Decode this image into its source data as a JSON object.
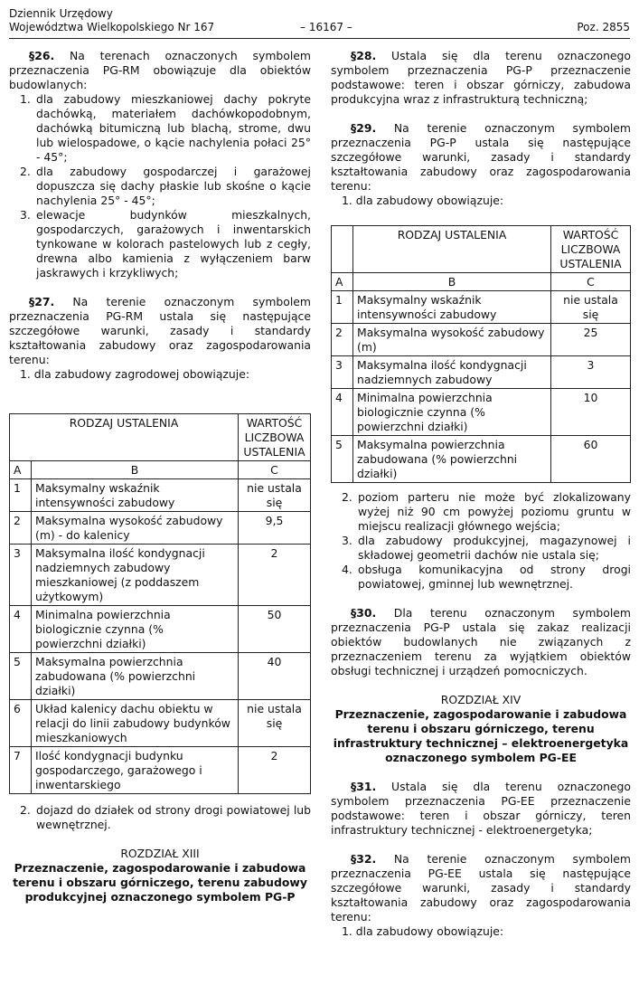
{
  "header": {
    "line1": "Dziennik Urzędowy",
    "line2": "Województwa Wielkopolskiego Nr 167",
    "page": "– 16167 –",
    "poz": "Poz. 2855"
  },
  "left": {
    "p26_num": "§26.",
    "p26_text": " Na terenach oznaczonych symbolem przeznaczenia PG-RM obowiązuje dla obiektów budowlanych:",
    "p26_items": [
      {
        "n": "1.",
        "t": "dla zabudowy mieszkaniowej dachy pokryte dachówką, materiałem dachówkopodobnym, dachówką bitumiczną lub blachą, strome, dwu lub wielospadowe, o kącie nachylenia połaci 25° - 45°;"
      },
      {
        "n": "2.",
        "t": "dla zabudowy gospodarczej i garażowej dopuszcza się dachy płaskie lub skośne o kącie nachylenia 25° - 45°;"
      },
      {
        "n": "3.",
        "t": "elewacje budynków mieszkalnych, gospodarczych, garażowych i inwentarskich tynkowane w kolorach pastelowych lub z cegły, drewna albo kamienia z wyłączeniem barw jaskrawych i krzykliwych;"
      }
    ],
    "p27_num": "§27.",
    "p27_text": " Na terenie oznaczonym symbolem przeznaczenia PG-RM ustala się następujące szczegółowe warunki, zasady i standardy kształtowania zabudowy oraz zagospodarowania terenu:",
    "p27_item1": "1. dla zabudowy zagrodowej obowiązuje:",
    "table": {
      "h1": "RODZAJ USTALENIA",
      "h2": "WARTOŚĆ LICZBOWA USTALENIA",
      "ca": "A",
      "cb": "B",
      "cc": "C",
      "rows": [
        {
          "n": "1",
          "d": "Maksymalny wskaźnik intensywności zabudowy",
          "v": "nie ustala się"
        },
        {
          "n": "2",
          "d": "Maksymalna wysokość zabudowy (m) - do kalenicy",
          "v": "9,5"
        },
        {
          "n": "3",
          "d": "Maksymalna ilość kondygnacji nadziemnych zabudowy mieszkaniowej (z poddaszem użytkowym)",
          "v": "2"
        },
        {
          "n": "4",
          "d": "Minimalna powierzchnia biologicznie czynna (% powierzchni działki)",
          "v": "50"
        },
        {
          "n": "5",
          "d": "Maksymalna powierzchnia zabudowana (% powierzchni działki)",
          "v": "40"
        },
        {
          "n": "6",
          "d": "Układ kalenicy dachu obiektu w relacji do linii zabudowy budynków mieszkaniowych",
          "v": "nie ustala się"
        },
        {
          "n": "7",
          "d": "Ilość kondygnacji budynku gospodarczego, garażowego i inwentarskiego",
          "v": "2"
        }
      ]
    },
    "p27_item2": {
      "n": "2.",
      "t": "dojazd do działek od strony drogi powiatowej lub wewnętrznej."
    },
    "r13_title": "ROZDZIAŁ XIII",
    "r13_head": "Przeznaczenie, zagospodarowanie i zabudowa terenu i obszaru górniczego, terenu zabudowy produkcyjnej oznaczonego symbolem PG-P"
  },
  "right": {
    "p28_num": "§28.",
    "p28_text": " Ustala się dla terenu oznaczonego symbolem przeznaczenia PG-P przeznaczenie podstawowe: teren i obszar górniczy, zabudowa produkcyjna wraz z infrastrukturą techniczną;",
    "p29_num": "§29.",
    "p29_text": " Na terenie oznaczonym symbolem przeznaczenia PG-P ustala się następujące szczegółowe warunki, zasady i standardy kształtowania zabudowy oraz zagospodarowania terenu:",
    "p29_item1": "1. dla zabudowy obowiązuje:",
    "table": {
      "h1": "RODZAJ USTALENIA",
      "h2": "WARTOŚĆ LICZBOWA USTALENIA",
      "ca": "A",
      "cb": "B",
      "cc": "C",
      "rows": [
        {
          "n": "1",
          "d": "Maksymalny wskaźnik intensywności zabudowy",
          "v": "nie ustala się"
        },
        {
          "n": "2",
          "d": "Maksymalna wysokość zabudowy (m)",
          "v": "25"
        },
        {
          "n": "3",
          "d": "Maksymalna ilość kondygnacji nadziemnych zabudowy",
          "v": "3"
        },
        {
          "n": "4",
          "d": "Minimalna powierzchnia biologicznie czynna (% powierzchni działki)",
          "v": "10"
        },
        {
          "n": "5",
          "d": "Maksymalna powierzchnia zabudowana (% powierzchni działki)",
          "v": "60"
        }
      ]
    },
    "p29_items": [
      {
        "n": "2.",
        "t": "poziom parteru nie może być zlokalizowany wyżej niż 90 cm powyżej poziomu gruntu w miejscu realizacji głównego wejścia;"
      },
      {
        "n": "3.",
        "t": "dla zabudowy produkcyjnej, magazynowej i składowej geometrii dachów nie ustala się;"
      },
      {
        "n": "4.",
        "t": "obsługa komunikacyjna od strony drogi powiatowej, gminnej lub wewnętrznej."
      }
    ],
    "p30_num": "§30.",
    "p30_text": " Dla terenu oznaczonym symbolem przeznaczenia PG-P ustala się zakaz realizacji obiektów budowlanych nie związanych z przeznaczeniem terenu za wyjątkiem obiektów obsługi technicznej i urządzeń pomocniczych.",
    "r14_title": "ROZDZIAŁ XIV",
    "r14_head": "Przeznaczenie, zagospodarowanie i zabudowa terenu i obszaru górniczego, terenu infrastruktury technicznej – elektroenergetyka oznaczonego symbolem PG-EE",
    "p31_num": "§31.",
    "p31_text": " Ustala się dla terenu oznaczonego symbolem przeznaczenia PG-EE przeznaczenie podstawowe: teren i obszar górniczy, teren infrastruktury technicznej - elektroenergetyka;",
    "p32_num": "§32.",
    "p32_text": " Na terenie oznaczonym symbolem przeznaczenia PG-EE ustala się następujące szczegółowe warunki, zasady i standardy kształtowania zabudowy oraz zagospodarowania terenu:",
    "p32_item1": "1. dla zabudowy obowiązuje:"
  }
}
